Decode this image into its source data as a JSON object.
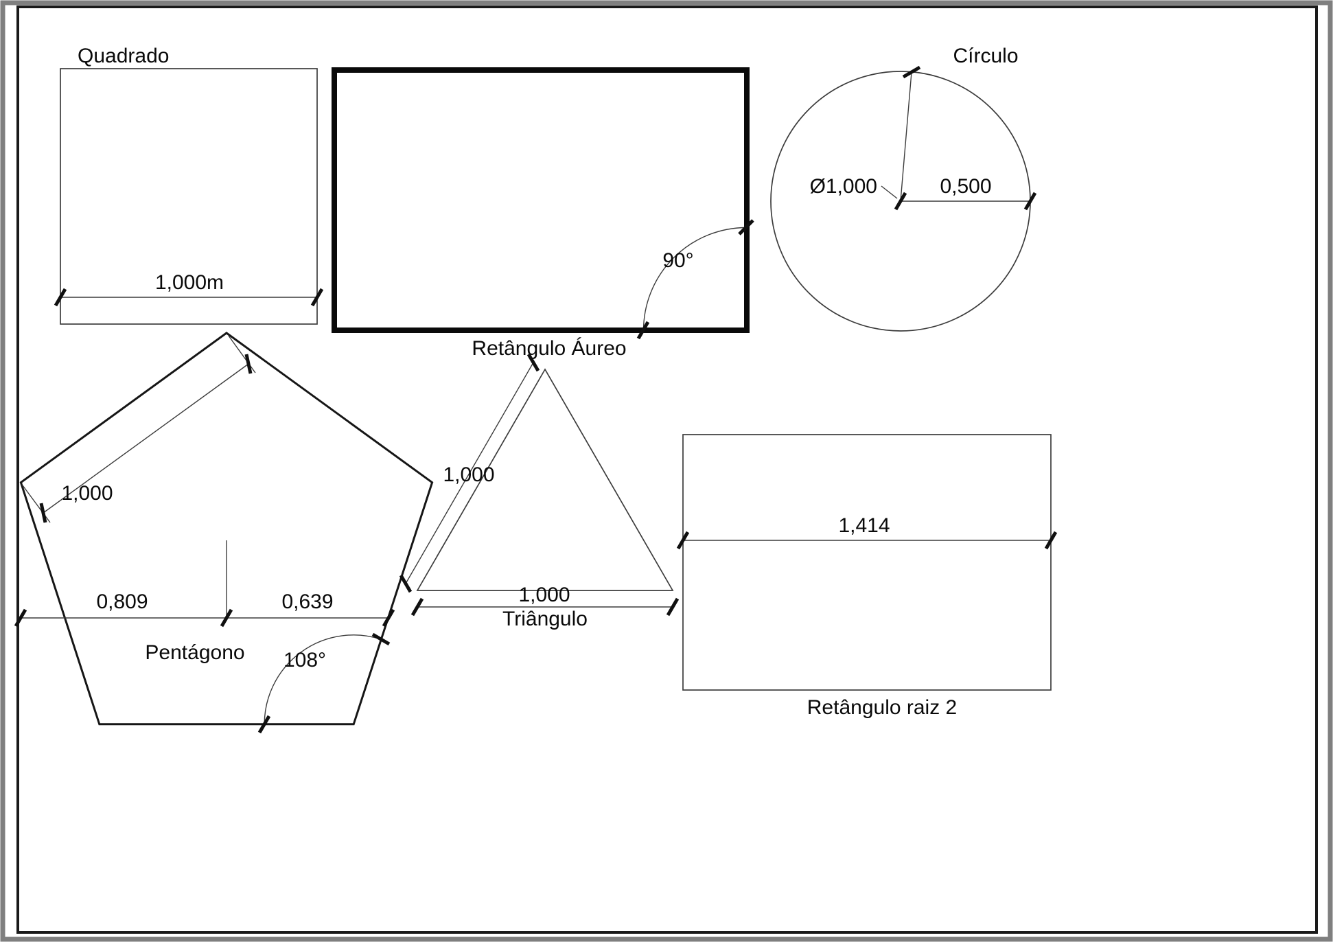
{
  "palette": {
    "ink": "#0a0a0a",
    "thin_line": "#3c3c3c",
    "frame_gray": "#7f7f7f",
    "background": "#ffffff"
  },
  "shapes": {
    "square": {
      "label": "Quadrado",
      "side": "1,000m"
    },
    "golden_rect": {
      "label": "Retângulo Áureo",
      "angle": "90°"
    },
    "circle": {
      "label": "Círculo",
      "diameter": "Ø1,000",
      "radius": "0,500"
    },
    "pentagon": {
      "label": "Pentágono",
      "side": "1,000",
      "dim_left": "0,809",
      "dim_right": "0,639",
      "angle": "108°"
    },
    "triangle": {
      "label": "Triângulo",
      "side": "1,000",
      "base": "1,000"
    },
    "root2_rect": {
      "label": "Retângulo raiz 2",
      "width": "1,414"
    }
  }
}
